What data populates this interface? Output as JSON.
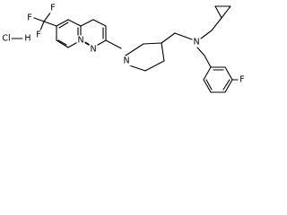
{
  "structure": {
    "salt": {
      "chlorine": "Cl",
      "hydrogen": "H"
    },
    "trifluoromethyl": {
      "fluorine_1": "F",
      "fluorine_2": "F",
      "fluorine_3": "F"
    },
    "naphthyridine": {
      "nitrogen_1": "N",
      "nitrogen_2": "N"
    },
    "piperidine": {
      "nitrogen": "N"
    },
    "amine": {
      "nitrogen": "N"
    },
    "fluorophenyl": {
      "fluorine": "F"
    }
  },
  "colors": {
    "bond": "#000000",
    "label": "#000000",
    "background": "#ffffff"
  }
}
